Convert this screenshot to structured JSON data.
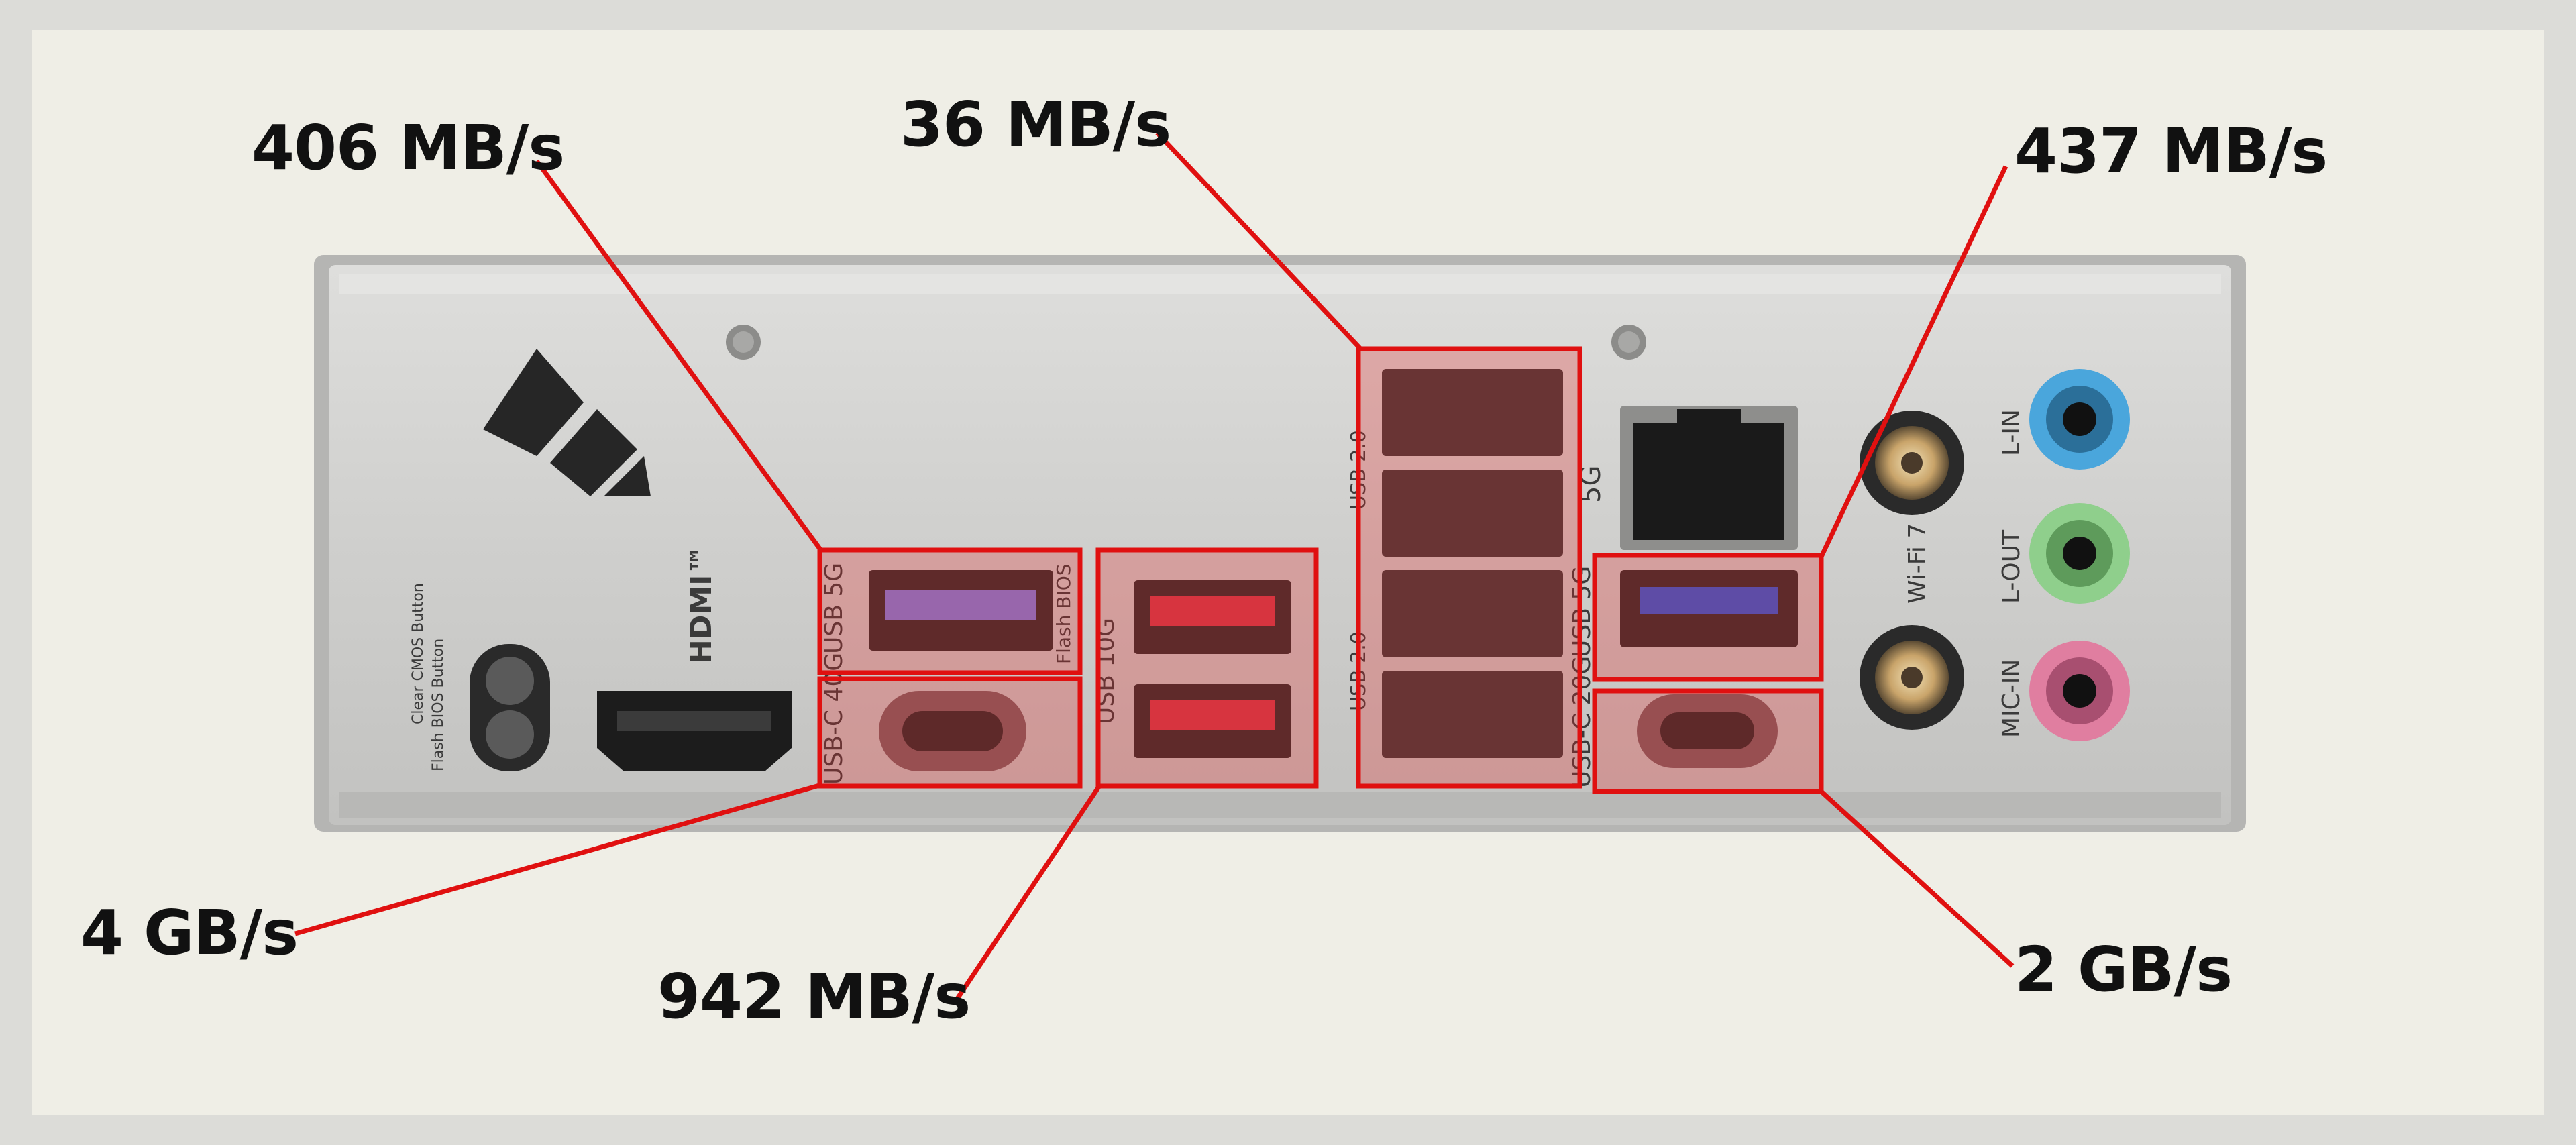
{
  "callouts": {
    "usb5g_left": "406 MB/s",
    "usb2": "36 MB/s",
    "usb5g_right": "437 MB/s",
    "usbc_40g": "4 GB/s",
    "usb10g": "942 MB/s",
    "usbc_20g": "2 GB/s"
  },
  "panel_labels": {
    "hdmi": "HDMI™",
    "clear_cmos": "Clear CMOS Button",
    "flash_bios_button": "Flash BIOS Button",
    "usb_5g_a": "USB 5G",
    "usb_c_40g": "USB-C 40G",
    "flash_bios": "Flash BIOS",
    "usb_10g": "USB 10G",
    "usb_20_top": "USB 2.0",
    "usb_20_bottom": "USB 2.0",
    "fiveg": "5G",
    "usb_5g_b": "USB 5G",
    "usb_c_20g": "USB-C 20G",
    "wifi": "Wi-Fi 7",
    "l_in": "L-IN",
    "l_out": "L-OUT",
    "mic_in": "MIC-IN"
  },
  "colors": {
    "highlight": "#e01010",
    "highlight_fill": "rgba(230,40,40,0.28)",
    "plate": "#cfcfcd",
    "usb_blue": "#2a5bd7",
    "jack_blue": "#4aa6dc",
    "jack_green": "#8fcf8c",
    "jack_pink": "#e07ea0"
  }
}
